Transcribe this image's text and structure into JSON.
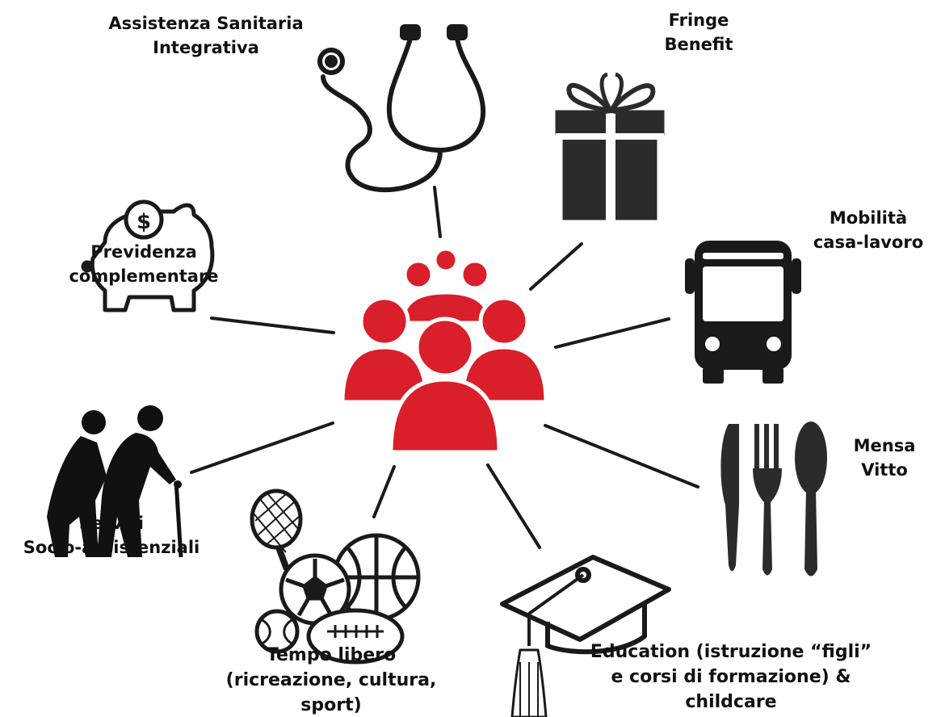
{
  "center": {
    "icon": "people-group-icon",
    "color": "#d81f2a"
  },
  "icon_color": "#1a1a1a",
  "benefits": {
    "assistenza": {
      "icon": "stethoscope-icon",
      "lines": [
        "Assistenza Sanitaria",
        "Integrativa"
      ]
    },
    "fringe": {
      "icon": "gift-box-icon",
      "lines": [
        "Fringe",
        "Benefit"
      ]
    },
    "mobilita": {
      "icon": "bus-icon",
      "lines": [
        "Mobilità",
        "casa-lavoro"
      ]
    },
    "mensa": {
      "icon": "cutlery-icon",
      "lines": [
        "Mensa",
        "Vitto"
      ]
    },
    "education": {
      "icon": "graduation-cap-icon",
      "lines": [
        "Education (istruzione “figli”",
        "e corsi di formazione) &",
        "childcare"
      ]
    },
    "tempo": {
      "icon": "sports-balls-icon",
      "lines": [
        "Tempo libero",
        "(ricreazione, cultura,",
        "sport)"
      ]
    },
    "servizi": {
      "icon": "elderly-couple-icon",
      "lines": [
        "Servizi",
        "Socio-assistenziali"
      ]
    },
    "previdenza": {
      "icon": "piggy-bank-icon",
      "lines": [
        "Previdenza",
        "complementare"
      ]
    }
  }
}
